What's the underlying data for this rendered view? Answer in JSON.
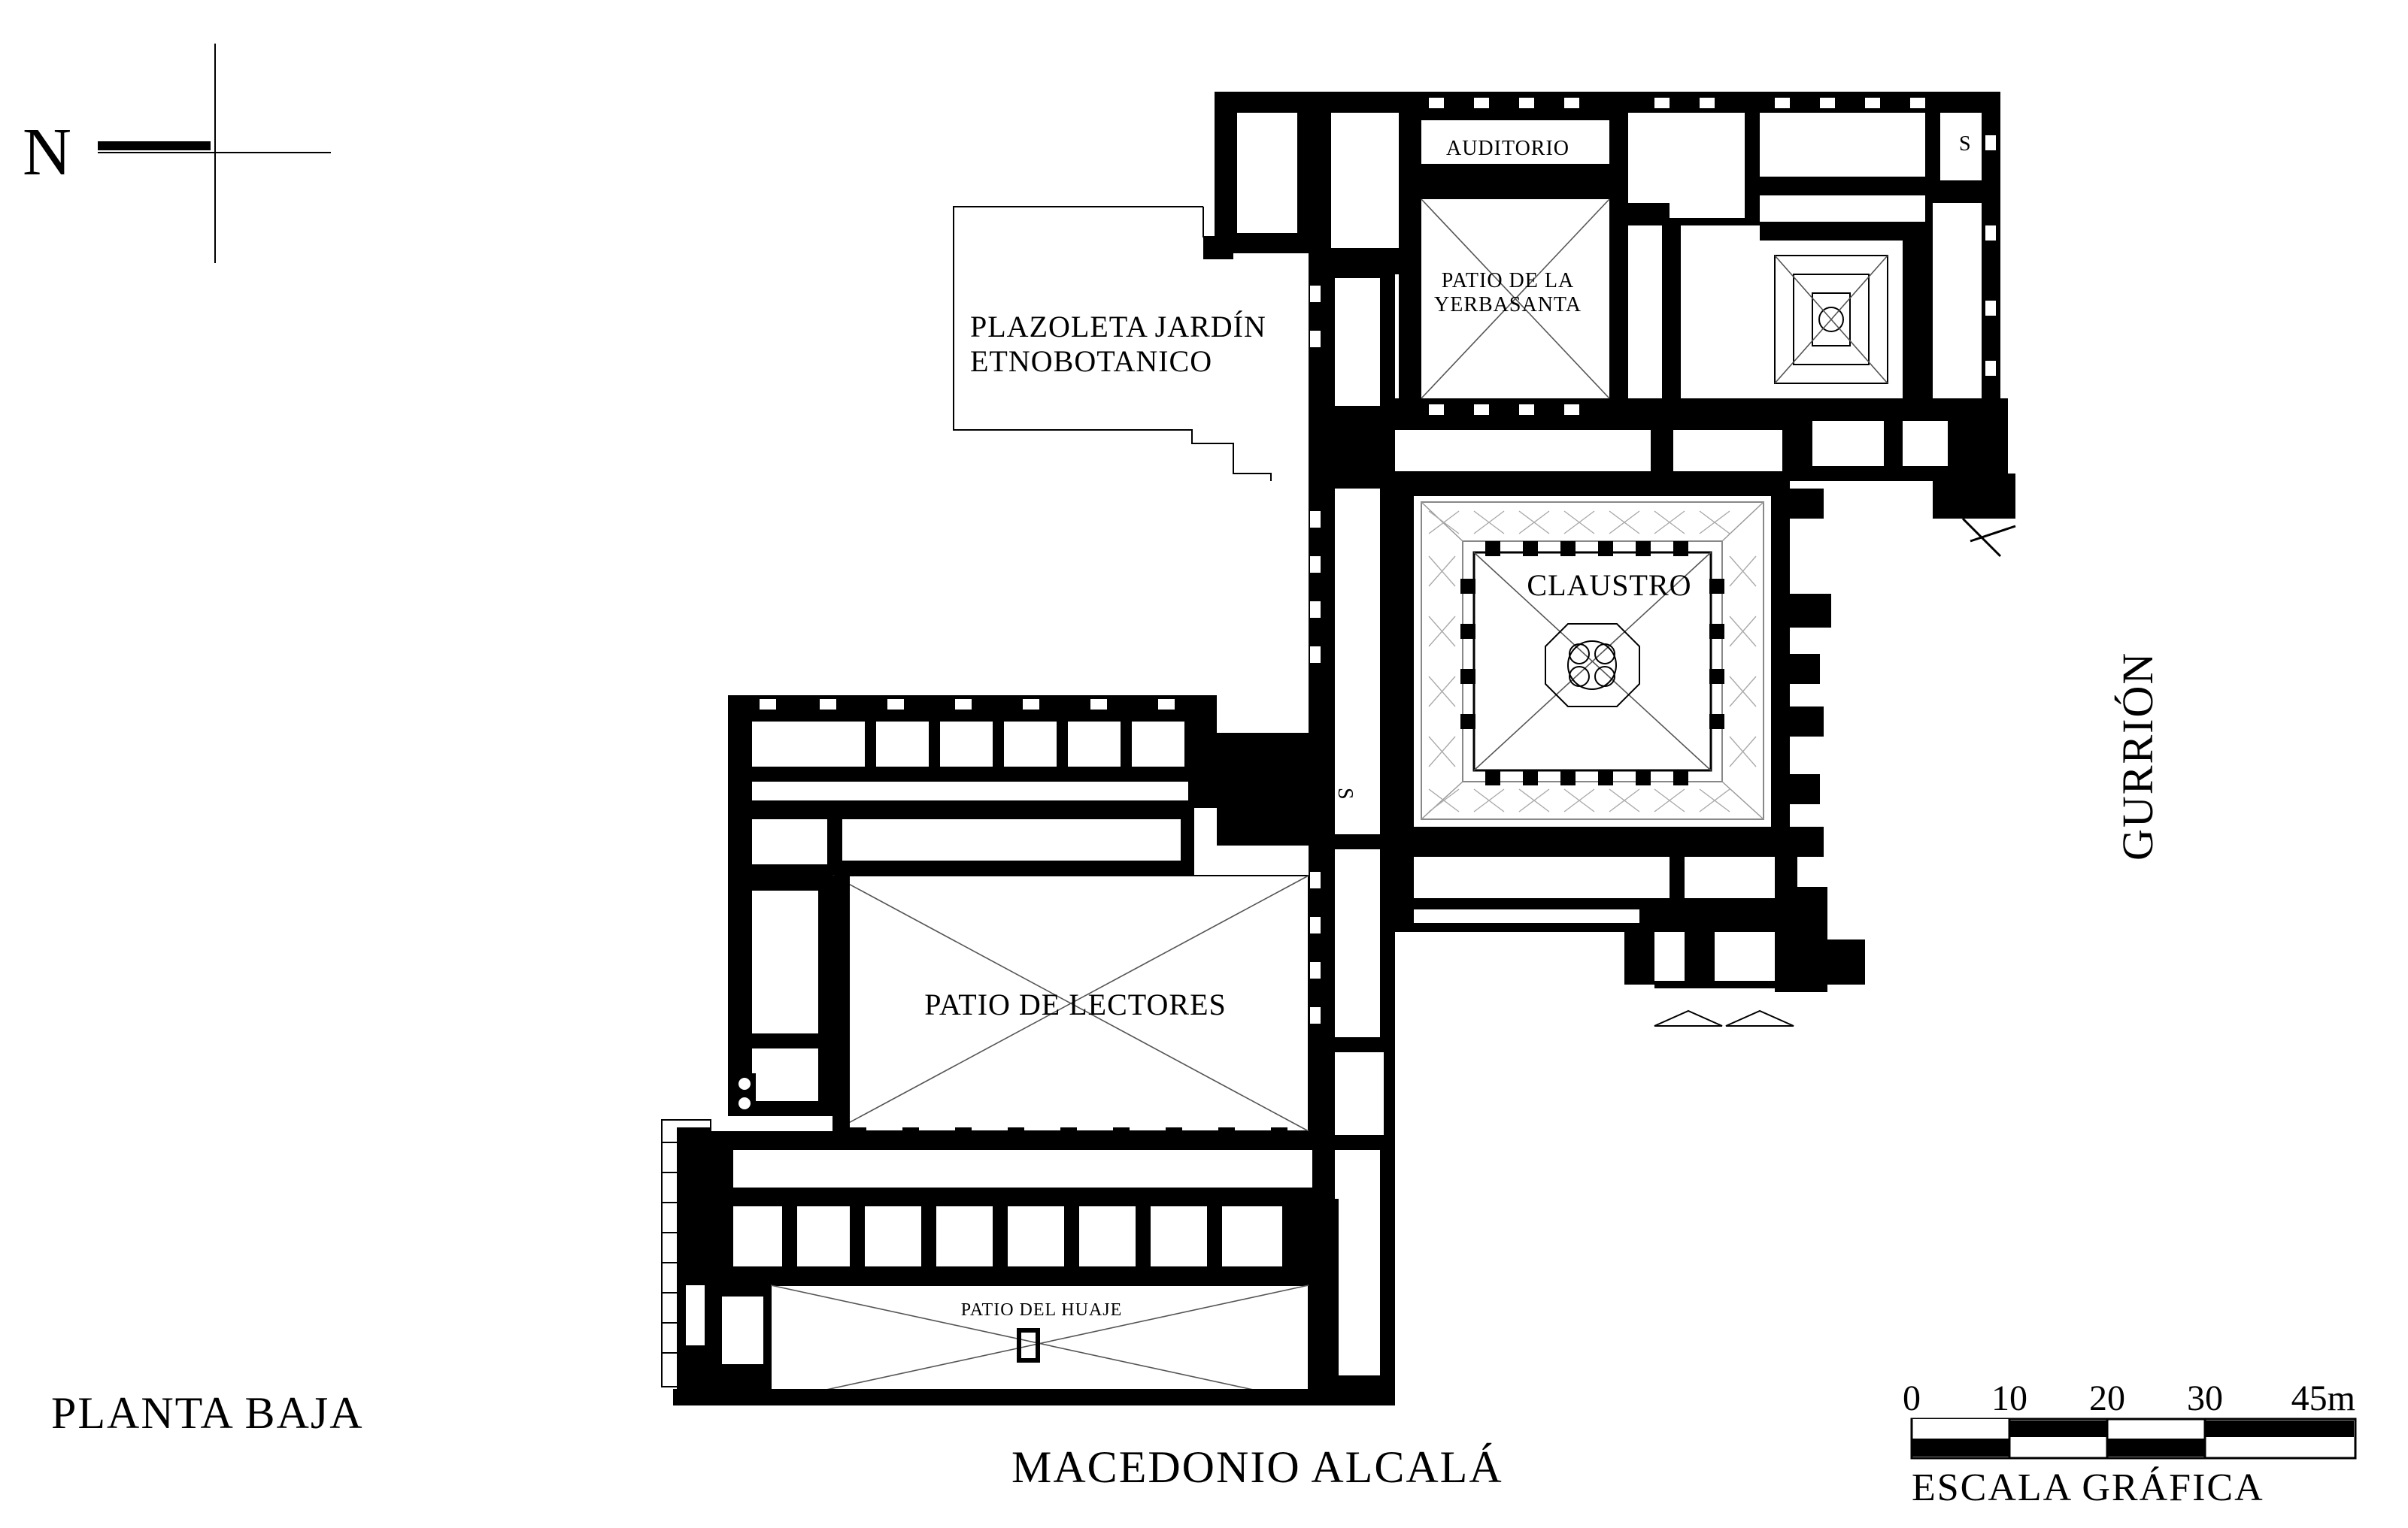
{
  "north": {
    "label": "N"
  },
  "labels": {
    "auditorio": "AUDITORIO",
    "patio_yerbasanta_1": "PATIO DE LA",
    "patio_yerbasanta_2": "YERBASANTA",
    "plazoleta_1": "PLAZOLETA JARDÍN",
    "plazoleta_2": "ETNOBOTANICO",
    "claustro": "CLAUSTRO",
    "patio_lectores": "PATIO DE LECTORES",
    "patio_huaje": "PATIO DEL HUAJE",
    "planta_baja": "PLANTA BAJA",
    "street_south": "MACEDONIO ALCALÁ",
    "street_east": "GURRIÓN",
    "stair_1": "S",
    "stair_2": "S"
  },
  "scale": {
    "title": "ESCALA GRÁFICA",
    "ticks": [
      "0",
      "10",
      "20",
      "30",
      "45m"
    ]
  },
  "colors": {
    "ink": "#000000",
    "paper": "#ffffff"
  }
}
